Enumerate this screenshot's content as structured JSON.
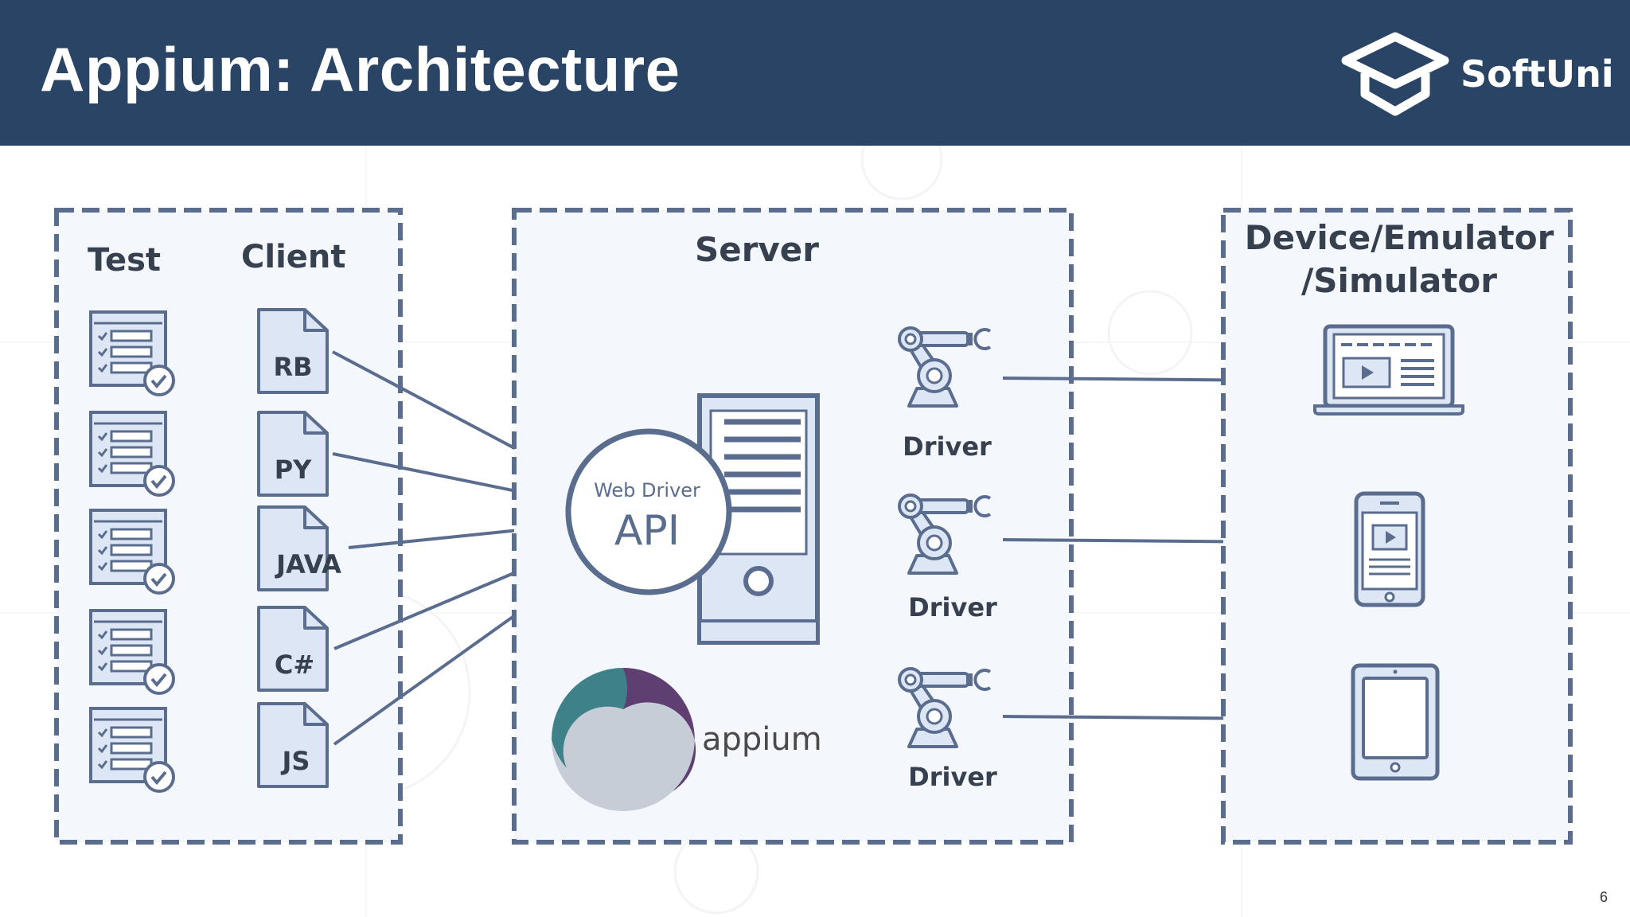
{
  "slide": {
    "title": "Appium: Architecture",
    "brand": "SoftUni",
    "page_number": "6"
  },
  "diagram": {
    "client_box": {
      "test_header": "Test",
      "client_header": "Client",
      "languages": [
        "RB",
        "PY",
        "JAVA",
        "C#",
        "JS"
      ]
    },
    "server_box": {
      "header": "Server",
      "api_small": "Web Driver",
      "api_big": "API",
      "appium_label": "appium",
      "drivers": [
        "Driver",
        "Driver",
        "Driver"
      ]
    },
    "device_box": {
      "header_line1": "Device/Emulator",
      "header_line2": "/Simulator",
      "devices": [
        "laptop-icon",
        "phone-icon",
        "tablet-icon"
      ]
    },
    "colors": {
      "header_bg": "#2a4465",
      "line": "#5b6d8e",
      "box_fill": "#f4f7fc",
      "icon_fill": "#dde6f4",
      "appium_teal": "#3e8188",
      "appium_purple": "#5f3f72",
      "appium_grey": "#c6cdd6"
    }
  }
}
